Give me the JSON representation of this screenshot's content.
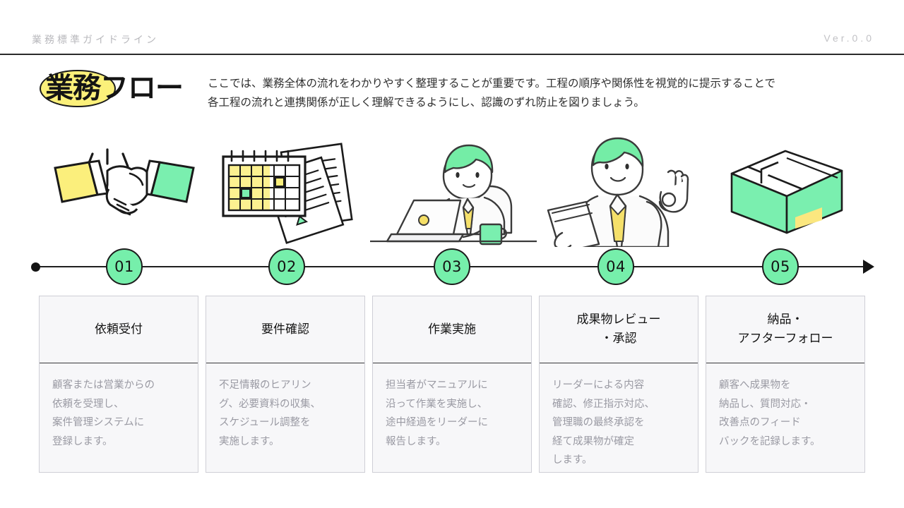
{
  "header": {
    "title": "業務標準ガイドライン",
    "version": "Ver.0.0"
  },
  "title_block": {
    "highlight": "業務",
    "full_title": "業務フロー",
    "description_line1": "ここでは、業務全体の流れをわかりやすく整理することが重要です。工程の順序や関係性を視覚的に提示することで",
    "description_line2": "各工程の流れと連携関係が正しく理解できるようにし、認識のずれ防止を図りましょう。"
  },
  "colors": {
    "accent_green": "#76efab",
    "accent_yellow": "#fbf07a",
    "line_black": "#1f1f1f",
    "card_bg": "#f7f7f9",
    "card_border": "#cfcfd6",
    "body_text": "#9a9aa3",
    "muted_header": "#b9b9bd"
  },
  "timeline": {
    "start_marker": "dot",
    "end_marker": "arrow",
    "nodes": [
      {
        "number": "01"
      },
      {
        "number": "02"
      },
      {
        "number": "03"
      },
      {
        "number": "04"
      },
      {
        "number": "05"
      }
    ]
  },
  "illustrations": [
    {
      "name": "handshake-illustration",
      "alt": "握手"
    },
    {
      "name": "calendar-documents-illustration",
      "alt": "カレンダーと資料"
    },
    {
      "name": "person-laptop-illustration",
      "alt": "ノートパソコンで作業する人"
    },
    {
      "name": "person-ok-sign-illustration",
      "alt": "OKサインをする人"
    },
    {
      "name": "cardboard-box-illustration",
      "alt": "段ボール箱"
    }
  ],
  "steps": [
    {
      "number": "01",
      "title": "依頼受付",
      "title_lines": [
        "依頼受付"
      ],
      "body_lines": [
        "顧客または営業からの",
        "依頼を受理し、",
        "案件管理システムに",
        "登録します。"
      ]
    },
    {
      "number": "02",
      "title": "要件確認",
      "title_lines": [
        "要件確認"
      ],
      "body_lines": [
        "不足情報のヒアリン",
        "グ、必要資料の収集、",
        "スケジュール調整を",
        "実施します。"
      ]
    },
    {
      "number": "03",
      "title": "作業実施",
      "title_lines": [
        "作業実施"
      ],
      "body_lines": [
        "担当者がマニュアルに",
        "沿って作業を実施し、",
        "途中経過をリーダーに",
        "報告します。"
      ]
    },
    {
      "number": "04",
      "title": "成果物レビュー・承認",
      "title_lines": [
        "成果物レビュー",
        "・承認"
      ],
      "body_lines": [
        "リーダーによる内容",
        "確認、修正指示対応、",
        "管理職の最終承認を",
        "経て成果物が確定",
        "します。"
      ]
    },
    {
      "number": "05",
      "title": "納品・アフターフォロー",
      "title_lines": [
        "納品・",
        "アフターフォロー"
      ],
      "body_lines": [
        "顧客へ成果物を",
        "納品し、質問対応・",
        "改善点のフィード",
        "バックを記録します。"
      ]
    }
  ]
}
